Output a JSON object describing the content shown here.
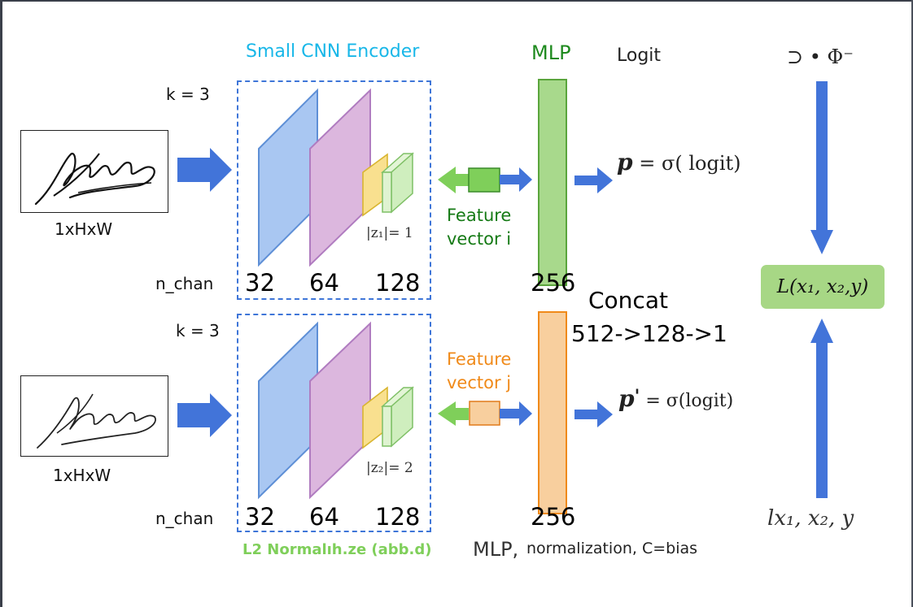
{
  "encoder": {
    "title": "Small CNN Encoder",
    "top": {
      "kernel": "k = 3",
      "input_dims": "1xHxW",
      "n_chan_label": "n_chan",
      "channels": [
        "32",
        "64",
        "128"
      ],
      "norm": "|z₁|= 1"
    },
    "bottom": {
      "kernel": "k = 3",
      "input_dims": "1xHxW",
      "n_chan_label": "n_chan",
      "channels": [
        "32",
        "64",
        "128"
      ],
      "norm": "|z₂|= 2"
    },
    "footer": "L2 Normalıh.ze (abb.d)"
  },
  "mlp": {
    "title": "MLP",
    "logit_label": "Logit",
    "top_size": "256",
    "bottom_size": "256",
    "feature_i": [
      "Feature",
      "vector i"
    ],
    "feature_j": [
      "Feature",
      "vector j"
    ],
    "concat": [
      "Concat",
      "512->128->1"
    ],
    "p_formula": {
      "symbol": "p",
      "rest": "= σ( logit)"
    },
    "p_prime_formula": {
      "symbol": "p",
      "prime": "'",
      "rest": "= σ(logit)"
    },
    "footer_a": "MLP,",
    "footer_b": "normalization,  C=bias"
  },
  "loss": {
    "top_symbol": "⊃ • Φ⁻",
    "box": "L(x₁, x₂,y)",
    "inputs": "lx₁,  x₂, y"
  },
  "colors": {
    "arrow_blue": "#4274d9",
    "arrow_green": "#7fcf5a",
    "conv1": "#a9c7f2",
    "conv2": "#dcb7de",
    "conv3": "#f9e08f",
    "conv4": "#cfeebe",
    "mlp_green": "#a8d98c",
    "mlp_orange": "#f8cf9e",
    "loss_box": "#a7d785",
    "title_cyan": "#18b7e8"
  },
  "icons": [
    "signature-image",
    "right-arrow",
    "left-arrow",
    "down-arrow",
    "up-arrow"
  ]
}
